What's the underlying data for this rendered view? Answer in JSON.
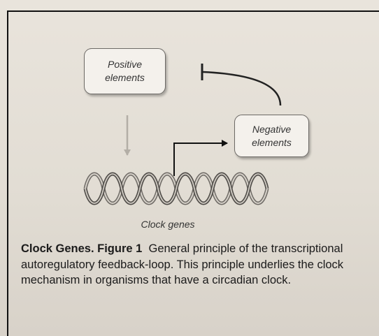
{
  "diagram": {
    "positive_box": "Positive\nelements",
    "negative_box": "Negative\nelements",
    "gene_label": "Clock genes"
  },
  "caption": {
    "heading": "Clock Genes. Figure 1",
    "text": "General principle of the transcriptional autoregulatory feedback-loop. This principle underlies the clock mechanism in organisms that have a circadian clock."
  }
}
